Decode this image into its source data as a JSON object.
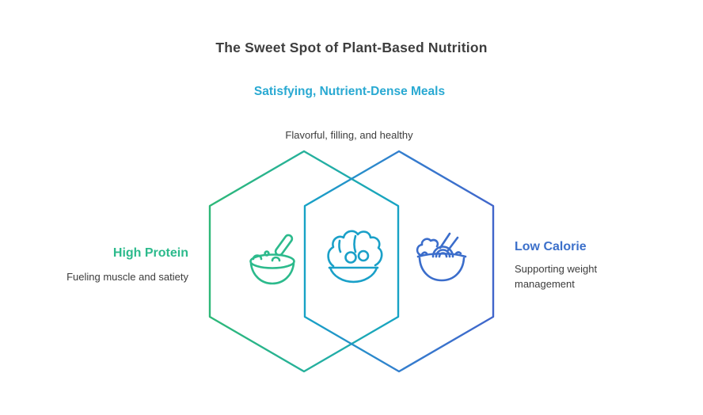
{
  "title": "The Sweet Spot of Plant-Based Nutrition",
  "center_zone": {
    "heading": "Satisfying, Nutrient-Dense Meals",
    "subheading": "Flavorful, filling, and healthy"
  },
  "left_zone": {
    "heading": "High Protein",
    "subheading": "Fueling muscle and satiety"
  },
  "right_zone": {
    "heading": "Low Calorie",
    "subheading": "Supporting weight management"
  },
  "icons": {
    "left": "porridge-bowl-icon",
    "center": "salad-bowl-icon",
    "right": "noodle-bowl-icon"
  },
  "colors": {
    "title-text": "#3e3e3e",
    "body-text": "#3c3c3c",
    "teal": "#29a9d2",
    "green": "#2cba8c",
    "blue": "#3c70ca",
    "hex-green-start": "#2eb878",
    "hex-mid-teal": "#17a3c5",
    "hex-blue-end": "#4166cb"
  }
}
